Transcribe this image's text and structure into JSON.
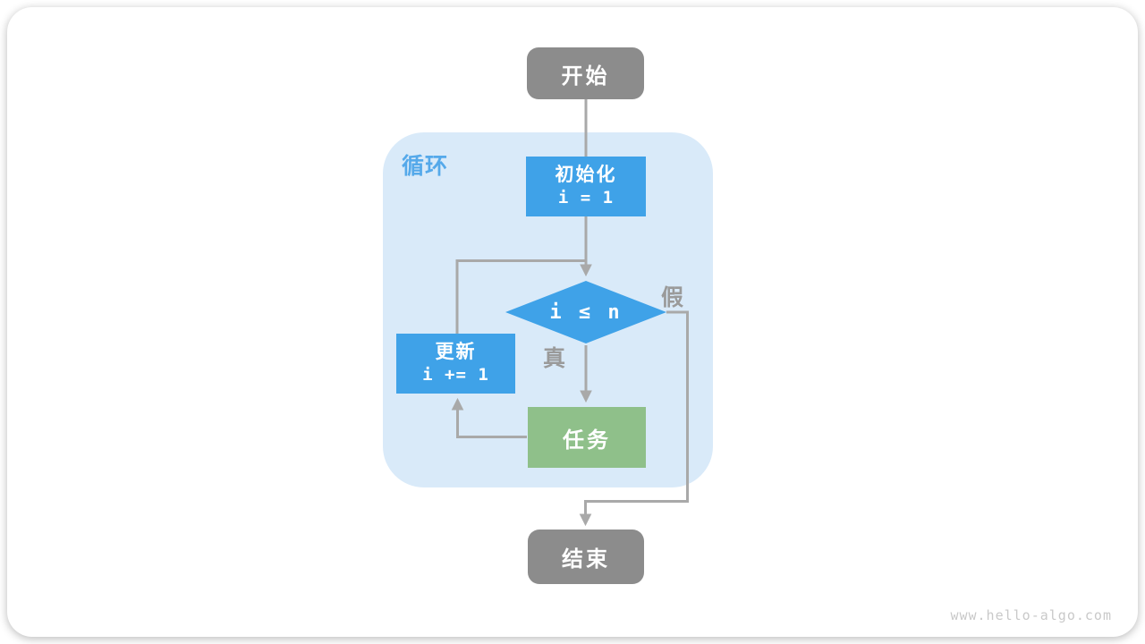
{
  "page": {
    "watermark": "www.hello-algo.com"
  },
  "flowchart": {
    "start": "开始",
    "loop_label": "循环",
    "init": {
      "title": "初始化",
      "code": "i = 1"
    },
    "condition": "i ≤ n",
    "true_label": "真",
    "false_label": "假",
    "update": {
      "title": "更新",
      "code": "i += 1"
    },
    "task": "任务",
    "end": "结束"
  },
  "colors": {
    "box_gray": "#8c8c8c",
    "box_blue": "#3fa2e8",
    "box_green": "#8fc08a",
    "container_blue": "#d9eaf9",
    "label_blue": "#55a9ea",
    "line_gray": "#a9a9a9",
    "branch_label_gray": "#9a9a9a",
    "watermark_gray": "#c9c9c9"
  }
}
